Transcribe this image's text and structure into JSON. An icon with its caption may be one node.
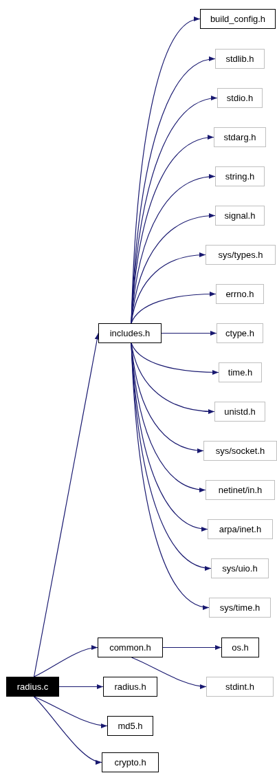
{
  "diagram": {
    "nodes": [
      {
        "text": [
          "build_config.h"
        ]
      },
      {
        "text": [
          "stdlib.h"
        ]
      },
      {
        "text": [
          "stdio.h"
        ]
      },
      {
        "text": [
          "stdarg.h"
        ]
      },
      {
        "text": [
          "string.h"
        ]
      },
      {
        "text": [
          "signal.h"
        ]
      },
      {
        "text": [
          "sys/types.h"
        ]
      },
      {
        "text": [
          "errno.h"
        ]
      },
      {
        "text": [
          "includes.h"
        ]
      },
      {
        "text": [
          "ctype.h"
        ]
      },
      {
        "text": [
          "time.h"
        ]
      },
      {
        "text": [
          "unistd.h"
        ]
      },
      {
        "text": [
          "sys/socket.h"
        ]
      },
      {
        "text": [
          "netinet/in.h"
        ]
      },
      {
        "text": [
          "arpa/inet.h"
        ]
      },
      {
        "text": [
          "sys/uio.h"
        ]
      },
      {
        "text": [
          "sys/time.h"
        ]
      },
      {
        "text": [
          "common.h"
        ]
      },
      {
        "text": [
          "os.h"
        ]
      },
      {
        "text": [
          "radius.c"
        ]
      },
      {
        "text": [
          "radius.h"
        ]
      },
      {
        "text": [
          "stdint.h"
        ]
      },
      {
        "text": [
          "md5.h"
        ]
      },
      {
        "text": [
          "crypto.h"
        ]
      }
    ],
    "edges": [
      {
        "from": 8,
        "to": 0,
        "arrow": "to"
      },
      {
        "from": 8,
        "to": 1,
        "arrow": "to"
      },
      {
        "from": 8,
        "to": 2,
        "arrow": "to"
      },
      {
        "from": 8,
        "to": 3,
        "arrow": "to"
      },
      {
        "from": 8,
        "to": 4,
        "arrow": "to"
      },
      {
        "from": 8,
        "to": 5,
        "arrow": "to"
      },
      {
        "from": 8,
        "to": 6,
        "arrow": "to"
      },
      {
        "from": 8,
        "to": 7,
        "arrow": "to"
      },
      {
        "from": 8,
        "to": 9,
        "arrow": "to"
      },
      {
        "from": 8,
        "to": 10,
        "arrow": "to"
      },
      {
        "from": 8,
        "to": 11,
        "arrow": "to"
      },
      {
        "from": 8,
        "to": 12,
        "arrow": "to"
      },
      {
        "from": 8,
        "to": 13,
        "arrow": "to"
      },
      {
        "from": 8,
        "to": 14,
        "arrow": "to"
      },
      {
        "from": 8,
        "to": 15,
        "arrow": "to"
      },
      {
        "from": 8,
        "to": 16,
        "arrow": "to"
      },
      {
        "from": 17,
        "to": 18,
        "arrow": "to"
      },
      {
        "from": 17,
        "to": 21,
        "arrow": "to"
      },
      {
        "from": 19,
        "to": 8,
        "arrow": "to"
      },
      {
        "from": 19,
        "to": 17,
        "arrow": "to"
      },
      {
        "from": 19,
        "to": 20,
        "arrow": "to"
      },
      {
        "from": 19,
        "to": 22,
        "arrow": "to"
      },
      {
        "from": 19,
        "to": 23,
        "arrow": "to"
      }
    ]
  }
}
